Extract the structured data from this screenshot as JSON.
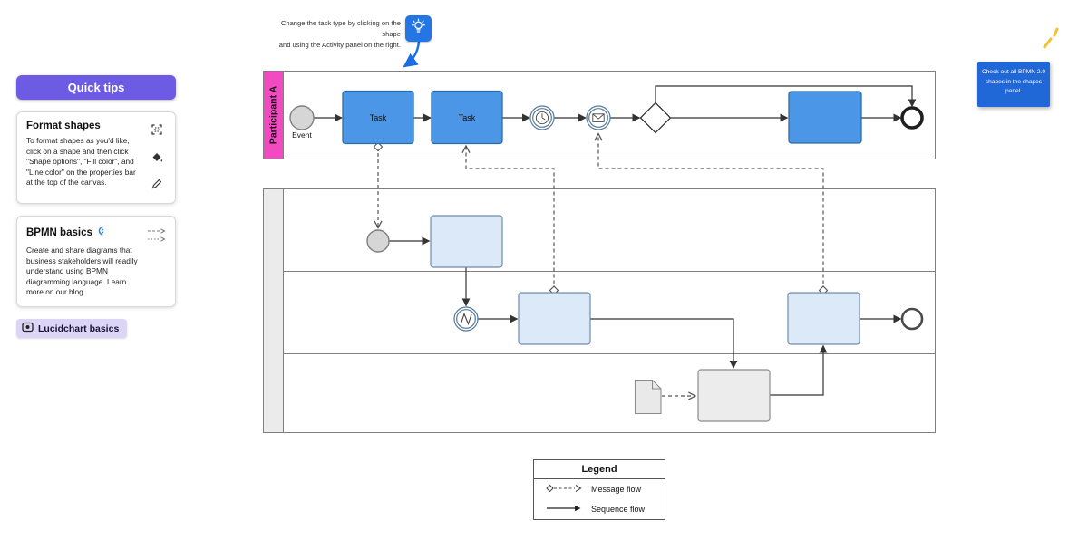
{
  "colors": {
    "accent_purple": "#6e5be4",
    "task_blue": "#4b96e6",
    "task_blue_border": "#2e6da4",
    "light_blue": "#dce9f8",
    "light_blue_border": "#6f8ca9",
    "pool_pink": "#f24bc1",
    "note_blue": "#2067d8",
    "chip_purple": "#dcd5f6"
  },
  "sidebar": {
    "quick_tips": "Quick tips",
    "format_card": {
      "title": "Format shapes",
      "body": "To format shapes as you'd like, click on a shape and then click \"Shape options\", \"Fill color\", and \"Line color\" on the properties bar at the top of the canvas."
    },
    "bpmn_card": {
      "title": "BPMN basics",
      "body": "Create and share diagrams that business stakeholders will readily understand using BPMN diagramming language. Learn more on our blog."
    },
    "lucidchart_basics": "Lucidchart basics"
  },
  "annotation": {
    "line1": "Change the task type by clicking on the shape",
    "line2": "and using the Activity panel on the right."
  },
  "diagram": {
    "pool_a_label": "Participant A",
    "event_label": "Event",
    "task_label": "Task"
  },
  "legend": {
    "title": "Legend",
    "message_flow": "Message flow",
    "sequence_flow": "Sequence flow"
  },
  "note": {
    "text": "Check out all BPMN 2.0 shapes in the shapes panel."
  }
}
